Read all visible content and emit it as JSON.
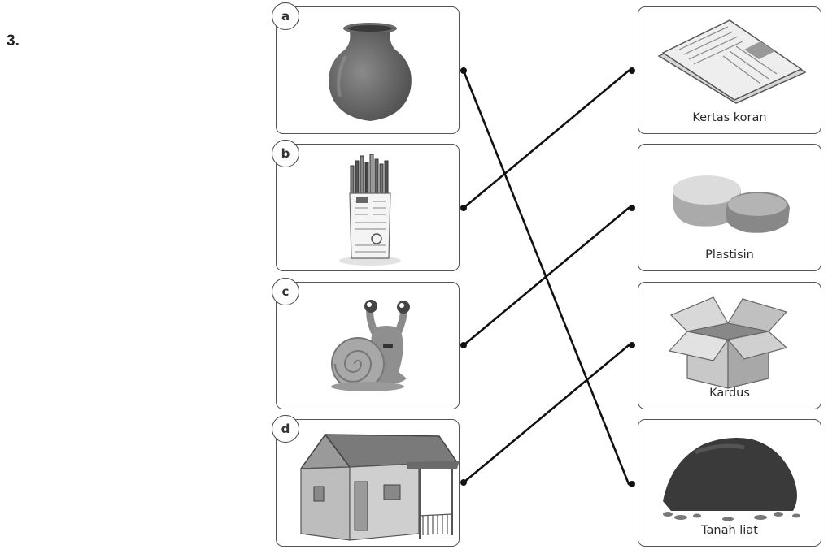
{
  "question_number": "3.",
  "left_items": [
    {
      "letter": "a",
      "icon": "vase-icon"
    },
    {
      "letter": "b",
      "icon": "pencil-holder-icon"
    },
    {
      "letter": "c",
      "icon": "snail-icon"
    },
    {
      "letter": "d",
      "icon": "house-icon"
    }
  ],
  "right_items": [
    {
      "label": "Kertas koran",
      "icon": "newspaper-icon"
    },
    {
      "label": "Plastisin",
      "icon": "plasticine-icon"
    },
    {
      "label": "Kardus",
      "icon": "cardboard-box-icon"
    },
    {
      "label": "Tanah liat",
      "icon": "clay-pile-icon"
    }
  ],
  "matches": [
    {
      "left": "a",
      "right": "Tanah liat"
    },
    {
      "left": "b",
      "right": "Kertas koran"
    },
    {
      "left": "c",
      "right": "Plastisin"
    },
    {
      "left": "d",
      "right": "Kardus"
    }
  ]
}
